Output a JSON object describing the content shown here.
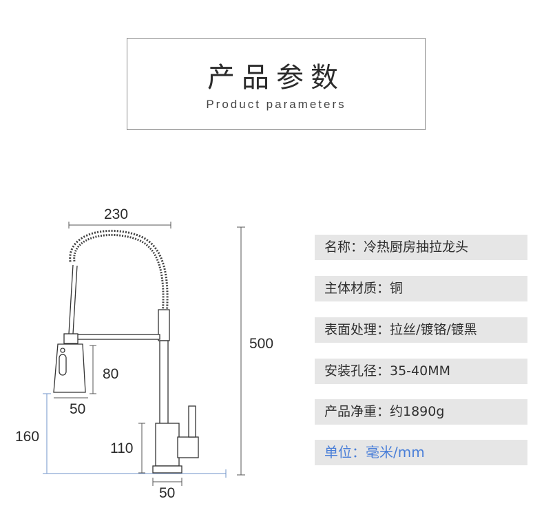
{
  "header": {
    "title_cn": "产品参数",
    "title_en": "Product parameters"
  },
  "dimensions": {
    "width_top": "230",
    "height_total": "500",
    "sprayer_height": "80",
    "sprayer_width": "50",
    "spout_height": "160",
    "base_height": "110",
    "base_width": "50"
  },
  "params": [
    {
      "label": "名称：冷热厨房抽拉龙头"
    },
    {
      "label": "主体材质：铜"
    },
    {
      "label": "表面处理：拉丝/镀铬/镀黑"
    },
    {
      "label": "安装孔径：35-40MM"
    },
    {
      "label": "产品净重：约1890g"
    },
    {
      "label": "单位：毫米/mm"
    }
  ],
  "colors": {
    "param_bg": "#e6e6e6",
    "unit_text": "#4a7fd8",
    "dim_line": "#6f93c9"
  }
}
